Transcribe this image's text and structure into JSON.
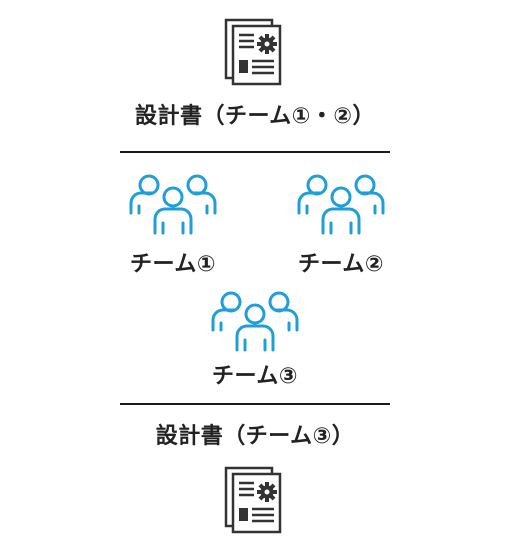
{
  "top_doc": {
    "icon": "document-gear-icon",
    "label": "設計書（チーム①・②）"
  },
  "teams": [
    {
      "icon": "team-icon",
      "label": "チーム①"
    },
    {
      "icon": "team-icon",
      "label": "チーム②"
    },
    {
      "icon": "team-icon",
      "label": "チーム③"
    }
  ],
  "bottom_doc": {
    "icon": "document-gear-icon",
    "label": "設計書（チーム③）"
  },
  "colors": {
    "team_icon": "#1f9ed8",
    "doc_icon": "#333333",
    "divider": "#1a1a1a"
  }
}
